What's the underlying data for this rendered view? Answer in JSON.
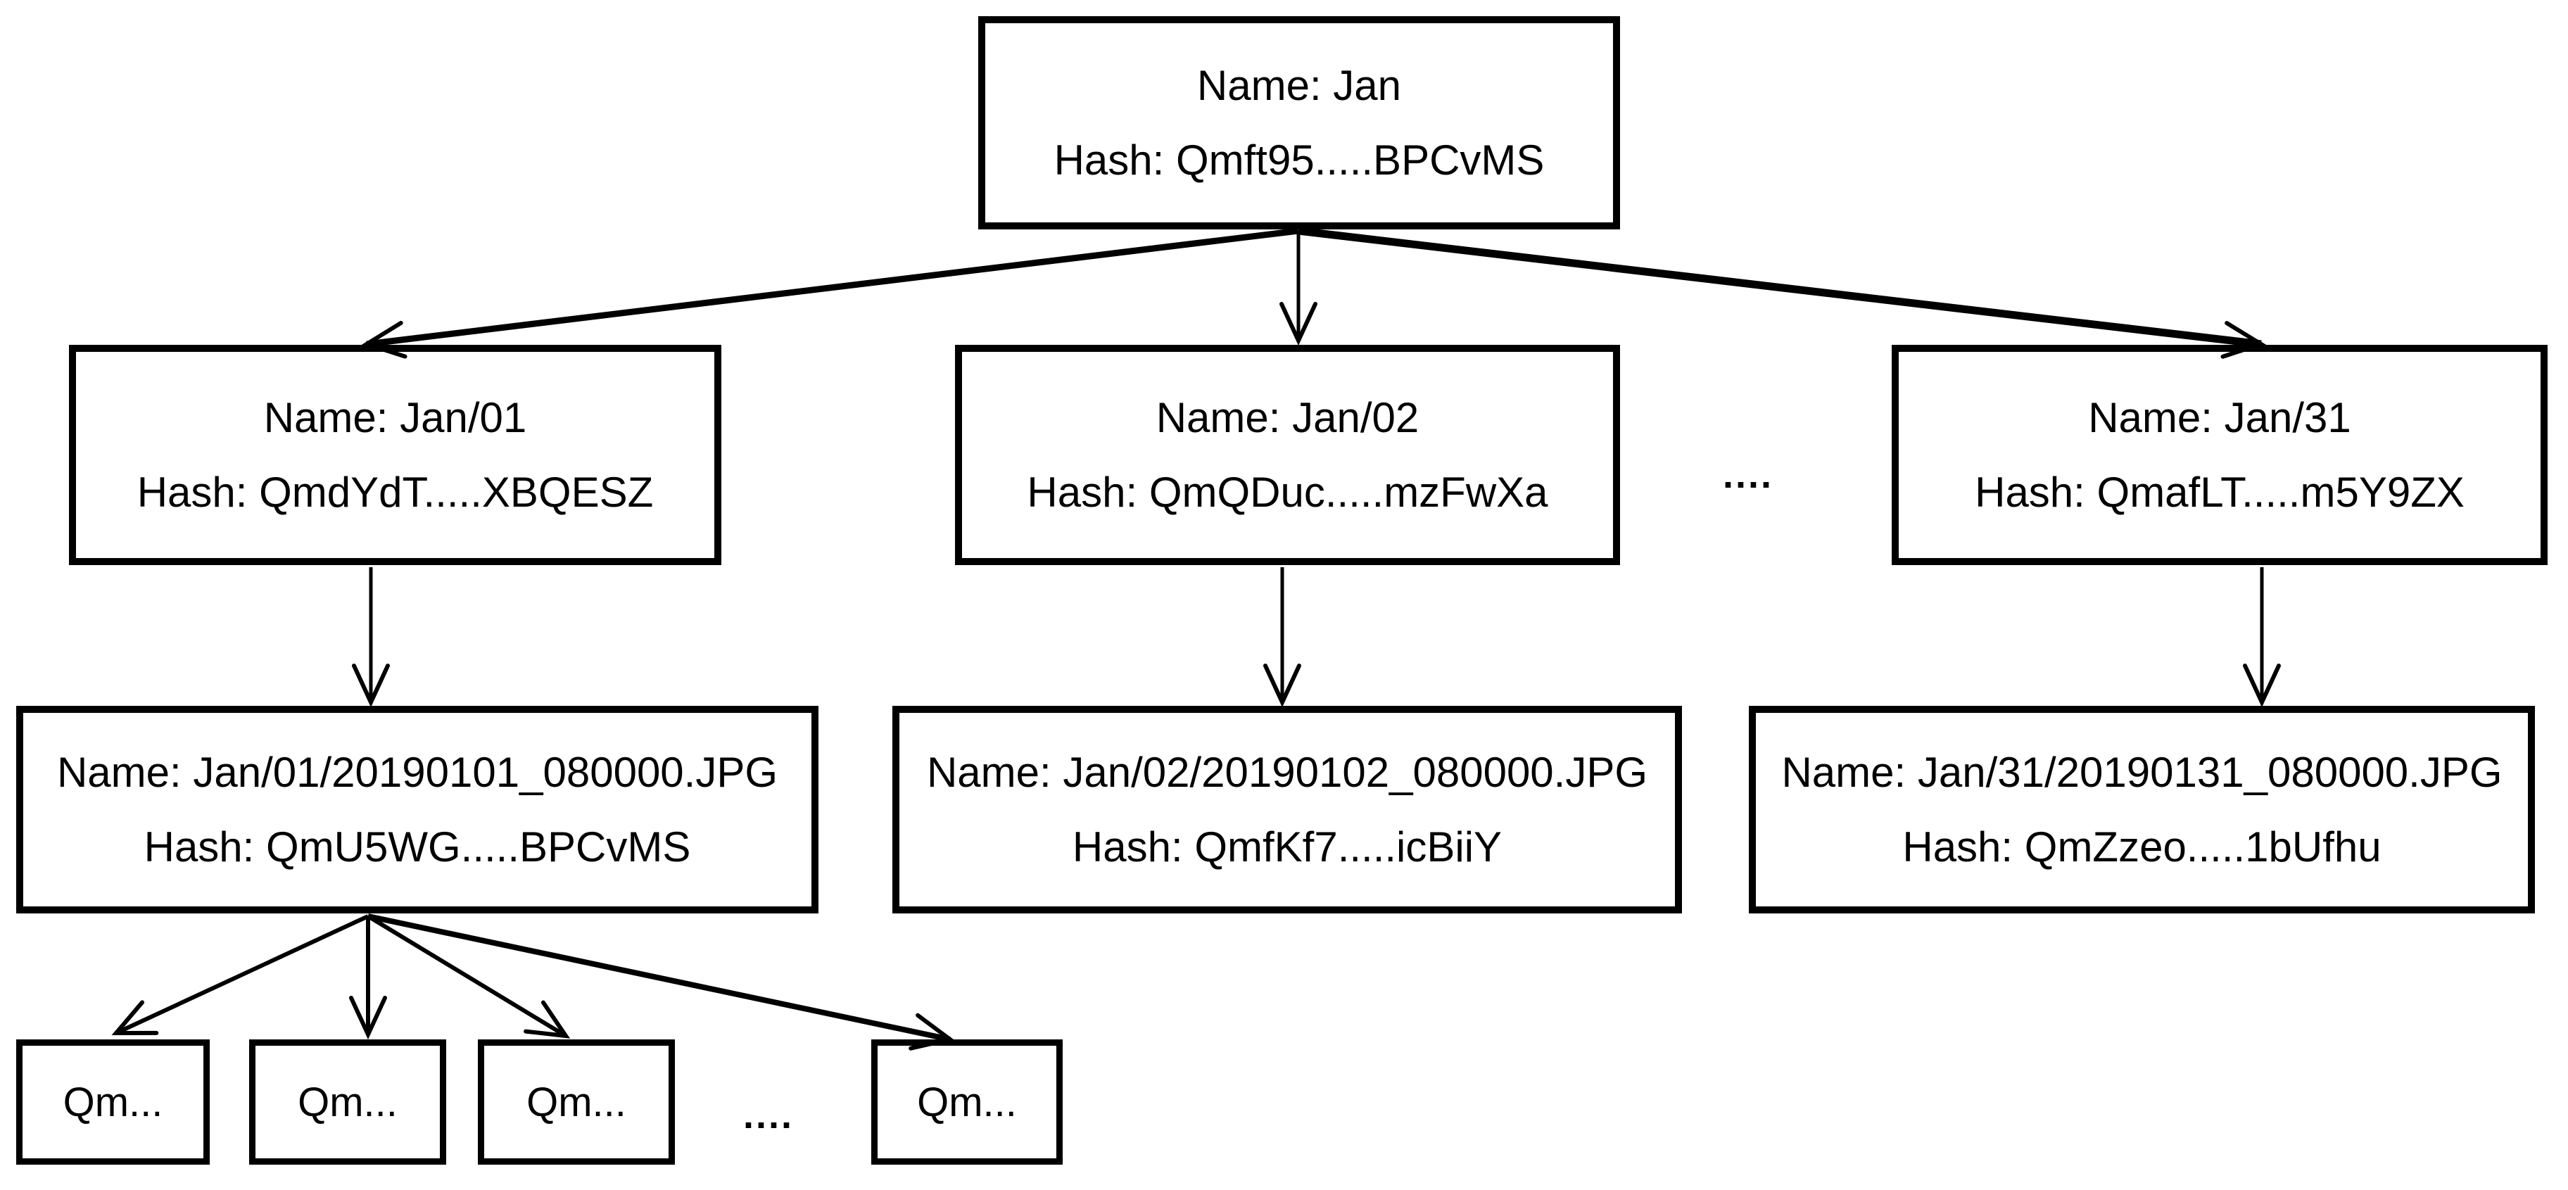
{
  "figure": {
    "background_color": "#ffffff",
    "line_color": "#000000",
    "text_color": "#000000",
    "description": "Tree diagram of named hash nodes: month root, day folders, photo files, and chunk leaves"
  },
  "nodes": {
    "root": {
      "name": "Name: Jan",
      "hash": "Hash: Qmft95.....BPCvMS"
    },
    "day01": {
      "name": "Name: Jan/01",
      "hash": "Hash: QmdYdT.....XBQESZ"
    },
    "day02": {
      "name": "Name: Jan/02",
      "hash": "Hash: QmQDuc.....mzFwXa"
    },
    "day31": {
      "name": "Name: Jan/31",
      "hash": "Hash: QmafLT.....m5Y9ZX"
    },
    "photo01": {
      "name": "Name: Jan/01/20190101_080000.JPG",
      "hash": "Hash: QmU5WG.....BPCvMS"
    },
    "photo02": {
      "name": "Name: Jan/02/20190102_080000.JPG",
      "hash": "Hash: QmfKf7.....icBiiY"
    },
    "photo31": {
      "name": "Name: Jan/31/20190131_080000.JPG",
      "hash": "Hash: QmZzeo.....1bUfhu"
    },
    "chunks": [
      {
        "label": "Qm..."
      },
      {
        "label": "Qm..."
      },
      {
        "label": "Qm..."
      },
      {
        "label": "Qm..."
      }
    ]
  },
  "ellipsis": {
    "days": "....",
    "chunks": "...."
  }
}
